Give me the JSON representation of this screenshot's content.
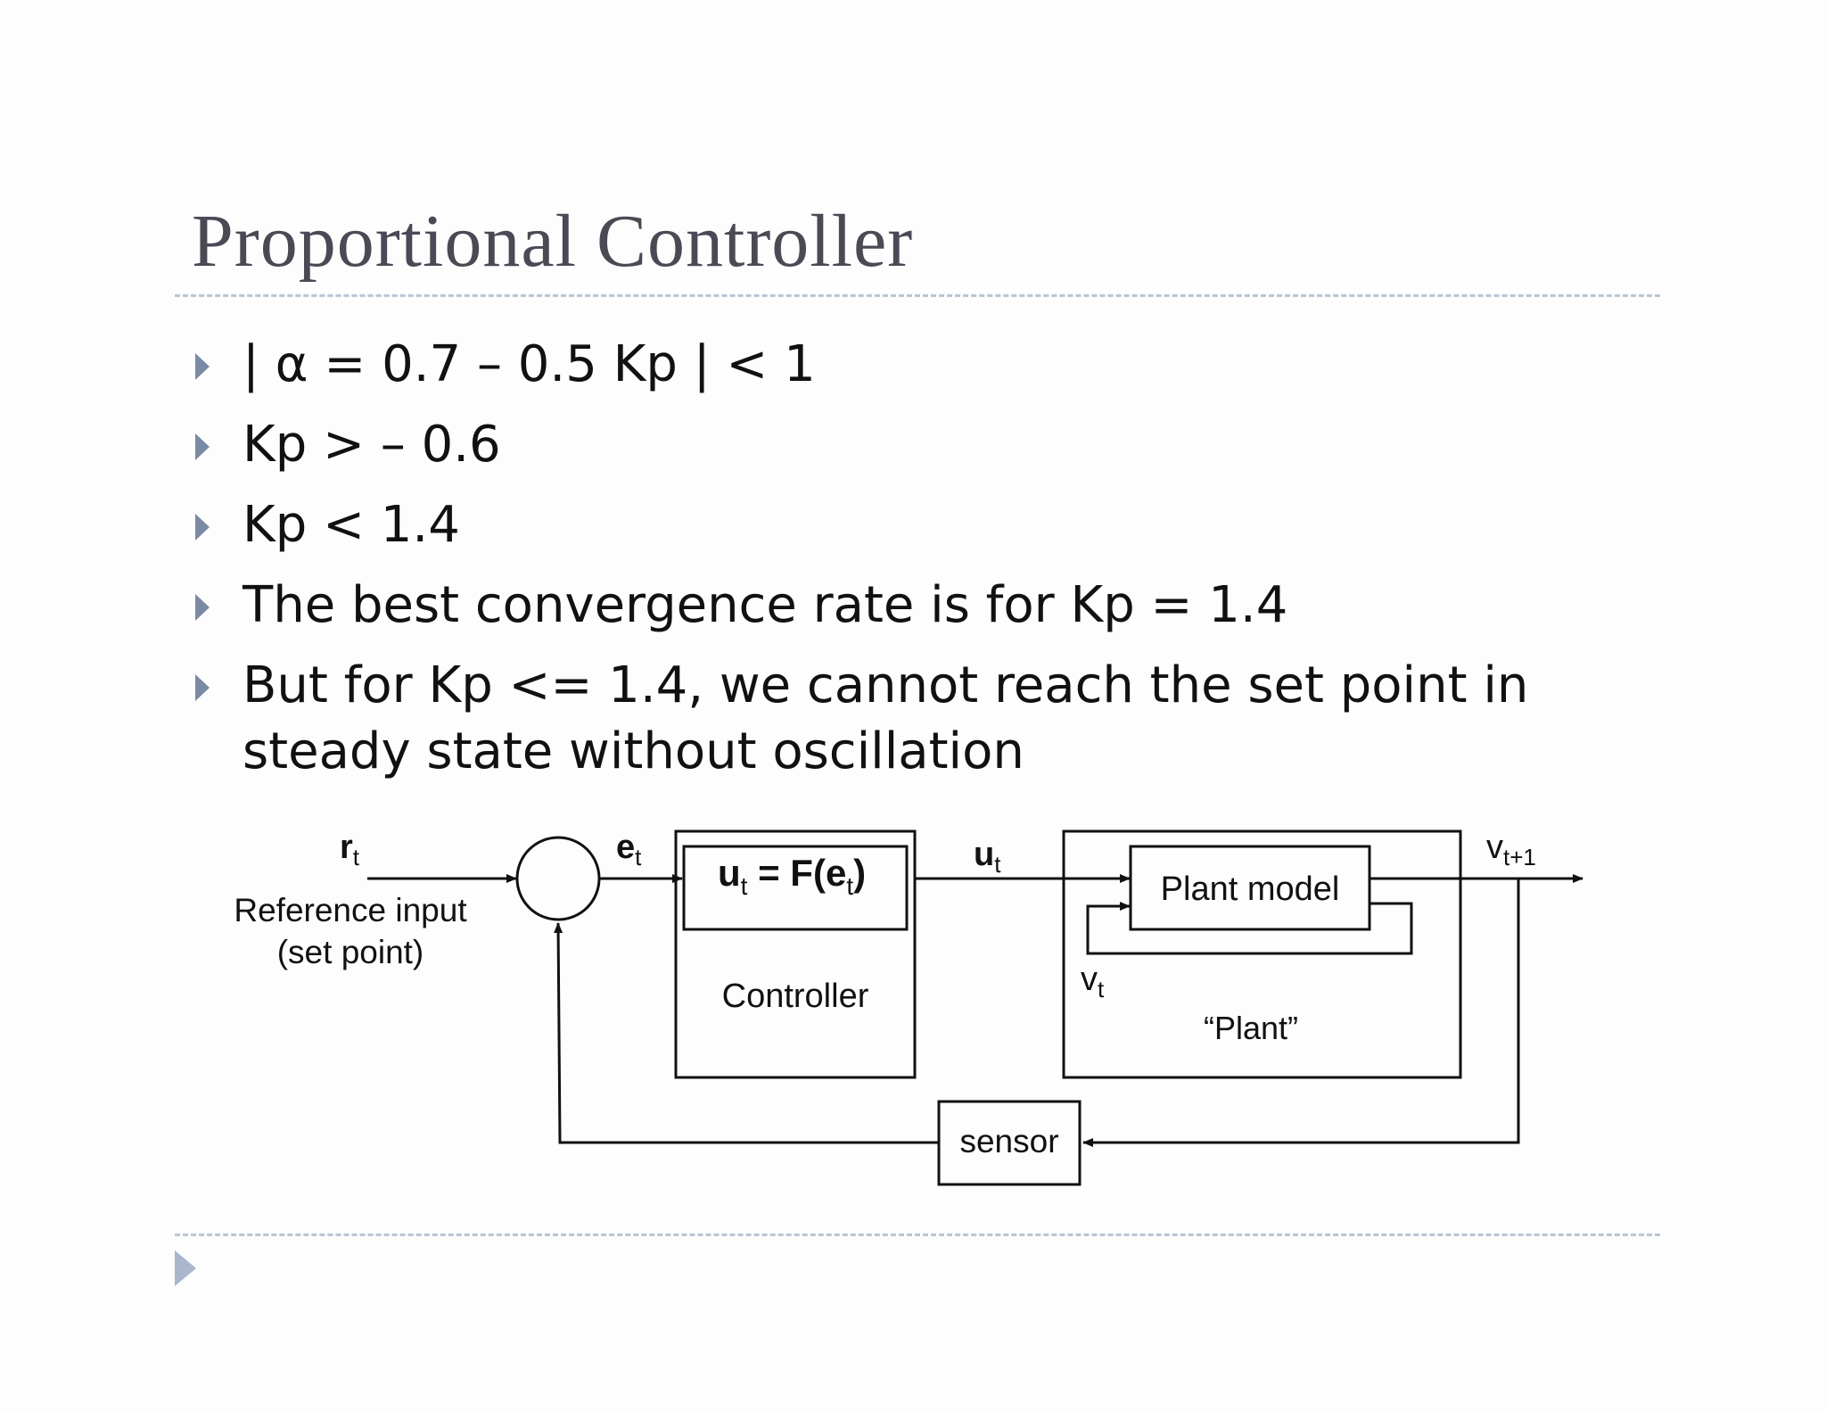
{
  "slide": {
    "title": "Proportional Controller",
    "bullets": [
      "| α = 0.7 – 0.5 Kp | < 1",
      "Kp > – 0.6",
      "Kp < 1.4",
      "The best convergence rate is for Kp = 1.4",
      "But for Kp <= 1.4, we cannot reach the set point in steady state without oscillation"
    ]
  },
  "diagram": {
    "reference_symbol": "r",
    "reference_sub": "t",
    "reference_label_line1": "Reference input",
    "reference_label_line2": "(set point)",
    "error_symbol": "e",
    "error_sub": "t",
    "controller_formula_u": "u",
    "controller_formula_u_sub": "t",
    "controller_formula_mid": " = F(e",
    "controller_formula_e_sub": "t",
    "controller_formula_end": ")",
    "controller_label": "Controller",
    "control_symbol": "u",
    "control_sub": "t",
    "plant_model_label": "Plant model",
    "state_symbol": "v",
    "state_sub": "t",
    "plant_label": "“Plant”",
    "output_symbol": "v",
    "output_sub": "t+1",
    "sensor_label": "sensor"
  },
  "colors": {
    "title": "#4a4a56",
    "rule": "#b9c6d3",
    "bullet_arrow": "#7a8aa4",
    "text": "#111111"
  },
  "icons": {
    "bullet": "triangle-right-icon",
    "footer": "triangle-right-icon"
  }
}
